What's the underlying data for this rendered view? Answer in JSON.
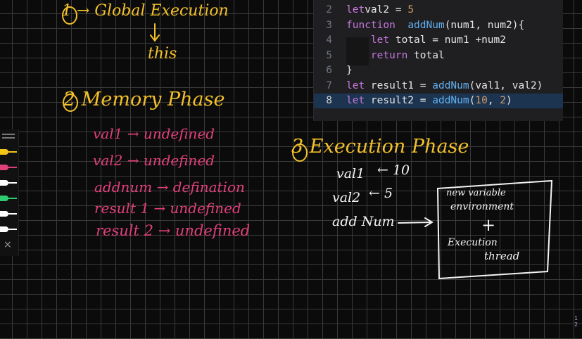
{
  "notes": {
    "step1": "1 → Global Execution",
    "this_label": "this",
    "step2": "2 Memory Phase",
    "memory": [
      "val1 → undefined",
      "val2 → undefined",
      "addnum → defination",
      "result 1 → undefined",
      "result 2 → undefined"
    ],
    "step3": "3 Execution Phase",
    "exec": {
      "val1": "val1",
      "val1_value": "← 10",
      "val2": "val2",
      "val2_value": "← 5",
      "addnum": "add Num",
      "box_line1": "new variable",
      "box_line2": "environment",
      "box_plus": "+",
      "box_line3": "Execution",
      "box_line4": "thread"
    }
  },
  "code": {
    "lines": [
      {
        "num": "2",
        "tokens": [
          [
            "kw",
            "let"
          ],
          [
            "",
            "val2 = "
          ],
          [
            "num",
            "5"
          ]
        ]
      },
      {
        "num": "3",
        "tokens": [
          [
            "kw",
            "function"
          ],
          [
            "",
            "  "
          ],
          [
            "fn",
            "addNum"
          ],
          [
            "",
            "(num1, num2){"
          ]
        ]
      },
      {
        "num": "4",
        "tokens": [
          [
            "",
            "    "
          ],
          [
            "kw",
            "let"
          ],
          [
            "",
            " total = num1 +num2"
          ]
        ]
      },
      {
        "num": "5",
        "tokens": [
          [
            "",
            "    "
          ],
          [
            "kw",
            "return"
          ],
          [
            "",
            " total"
          ]
        ]
      },
      {
        "num": "6",
        "tokens": [
          [
            "",
            "}"
          ]
        ]
      },
      {
        "num": "7",
        "tokens": [
          [
            "kw",
            "let"
          ],
          [
            "",
            " result1 = "
          ],
          [
            "fn",
            "addNum"
          ],
          [
            "",
            "(val1, val2)"
          ]
        ]
      },
      {
        "num": "8",
        "tokens": [
          [
            "kw",
            "let"
          ],
          [
            "",
            " result2 = "
          ],
          [
            "fn",
            "addNum"
          ],
          [
            "",
            "("
          ],
          [
            "num",
            "10"
          ],
          [
            "",
            ", "
          ],
          [
            "num",
            "2"
          ],
          [
            "",
            ")"
          ]
        ],
        "active": true
      }
    ]
  },
  "toolbar": {
    "pens": [
      "#f5c518",
      "#e0407a",
      "#ffffff",
      "#2ecc71",
      "#ffffff",
      "#ffffff"
    ],
    "close_label": "×"
  },
  "corner": [
    "1",
    "2"
  ]
}
